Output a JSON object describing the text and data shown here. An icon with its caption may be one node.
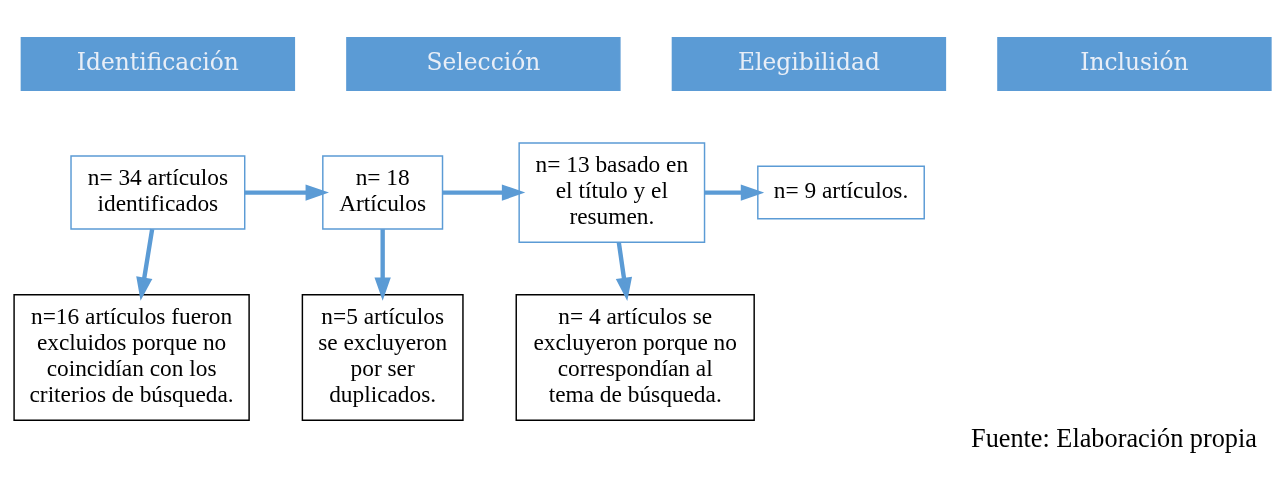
{
  "diagram": {
    "caption": "Fuente: Elaboración propia",
    "nodes": [
      {
        "text": [
          "n= 34 artículos identificados"
        ]
      },
      {
        "text": [
          "n= 18 Artículos"
        ]
      },
      {
        "text": [
          "n= 13 basado en el título y el resumen."
        ]
      },
      {
        "text": [
          "n= 9 artículos."
        ]
      },
      {
        "text": [
          "n=16 artículos fueron excluidos porque no coincidían con los criterios de búsqueda."
        ]
      },
      {
        "text": [
          "n=5 artículos se excluyeron por ser duplicados."
        ]
      },
      {
        "text": [
          "n= 4 artículos se excluyeron porque no correspondían al tema de búsqueda."
        ]
      }
    ],
    "edges": [
      {
        "from": 0,
        "to": 1,
        "arrow": "to"
      },
      {
        "from": 1,
        "to": 2,
        "arrow": "to"
      },
      {
        "from": 2,
        "to": 3,
        "arrow": "to"
      },
      {
        "from": 0,
        "to": 4,
        "arrow": "to"
      },
      {
        "from": 1,
        "to": 5,
        "arrow": "to"
      },
      {
        "from": 2,
        "to": 6,
        "arrow": "to"
      }
    ],
    "labels": [
      "Identificación",
      "Selección",
      "Elegibilidad",
      "Inclusión"
    ]
  }
}
